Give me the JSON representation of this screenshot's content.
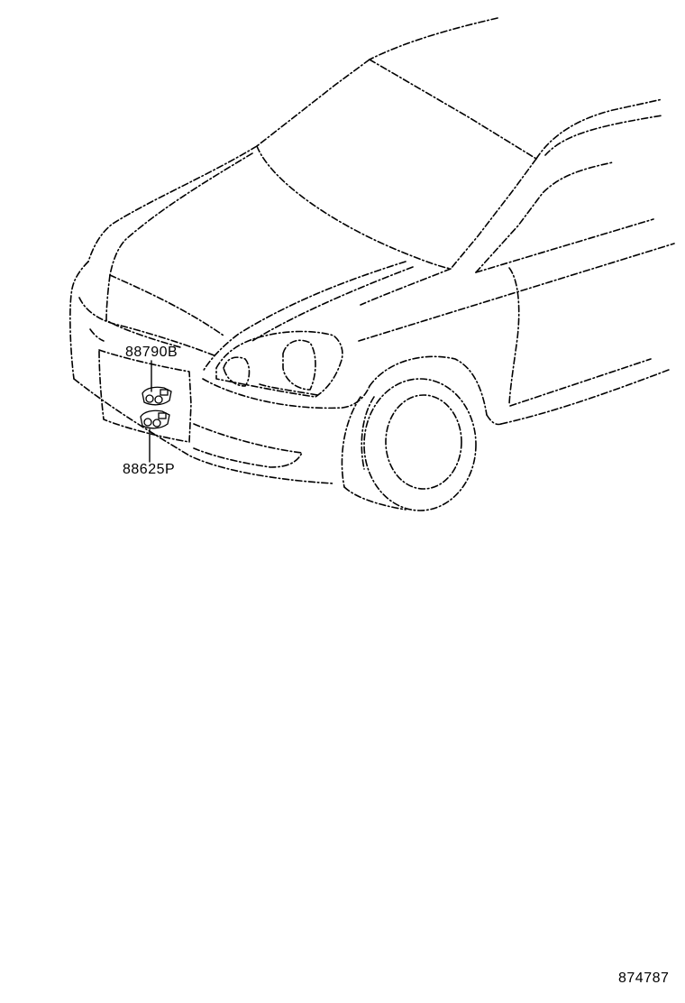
{
  "diagram": {
    "parts": [
      {
        "id": "88790B"
      },
      {
        "id": "88625P"
      }
    ],
    "figure_number": "874787"
  }
}
